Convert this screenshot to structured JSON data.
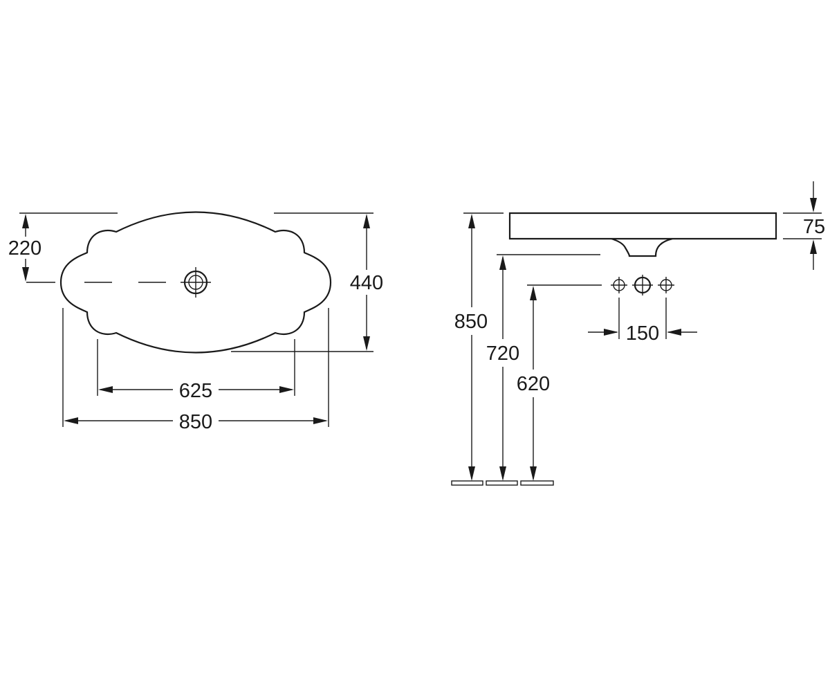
{
  "top_view": {
    "dim_half_depth": "220",
    "dim_depth": "440",
    "dim_inner_width": "625",
    "dim_width": "850"
  },
  "side_view": {
    "dim_thickness": "75",
    "dim_rim_height": "850",
    "dim_underside_height": "720",
    "dim_tap_height": "620",
    "dim_tap_spacing": "150"
  }
}
